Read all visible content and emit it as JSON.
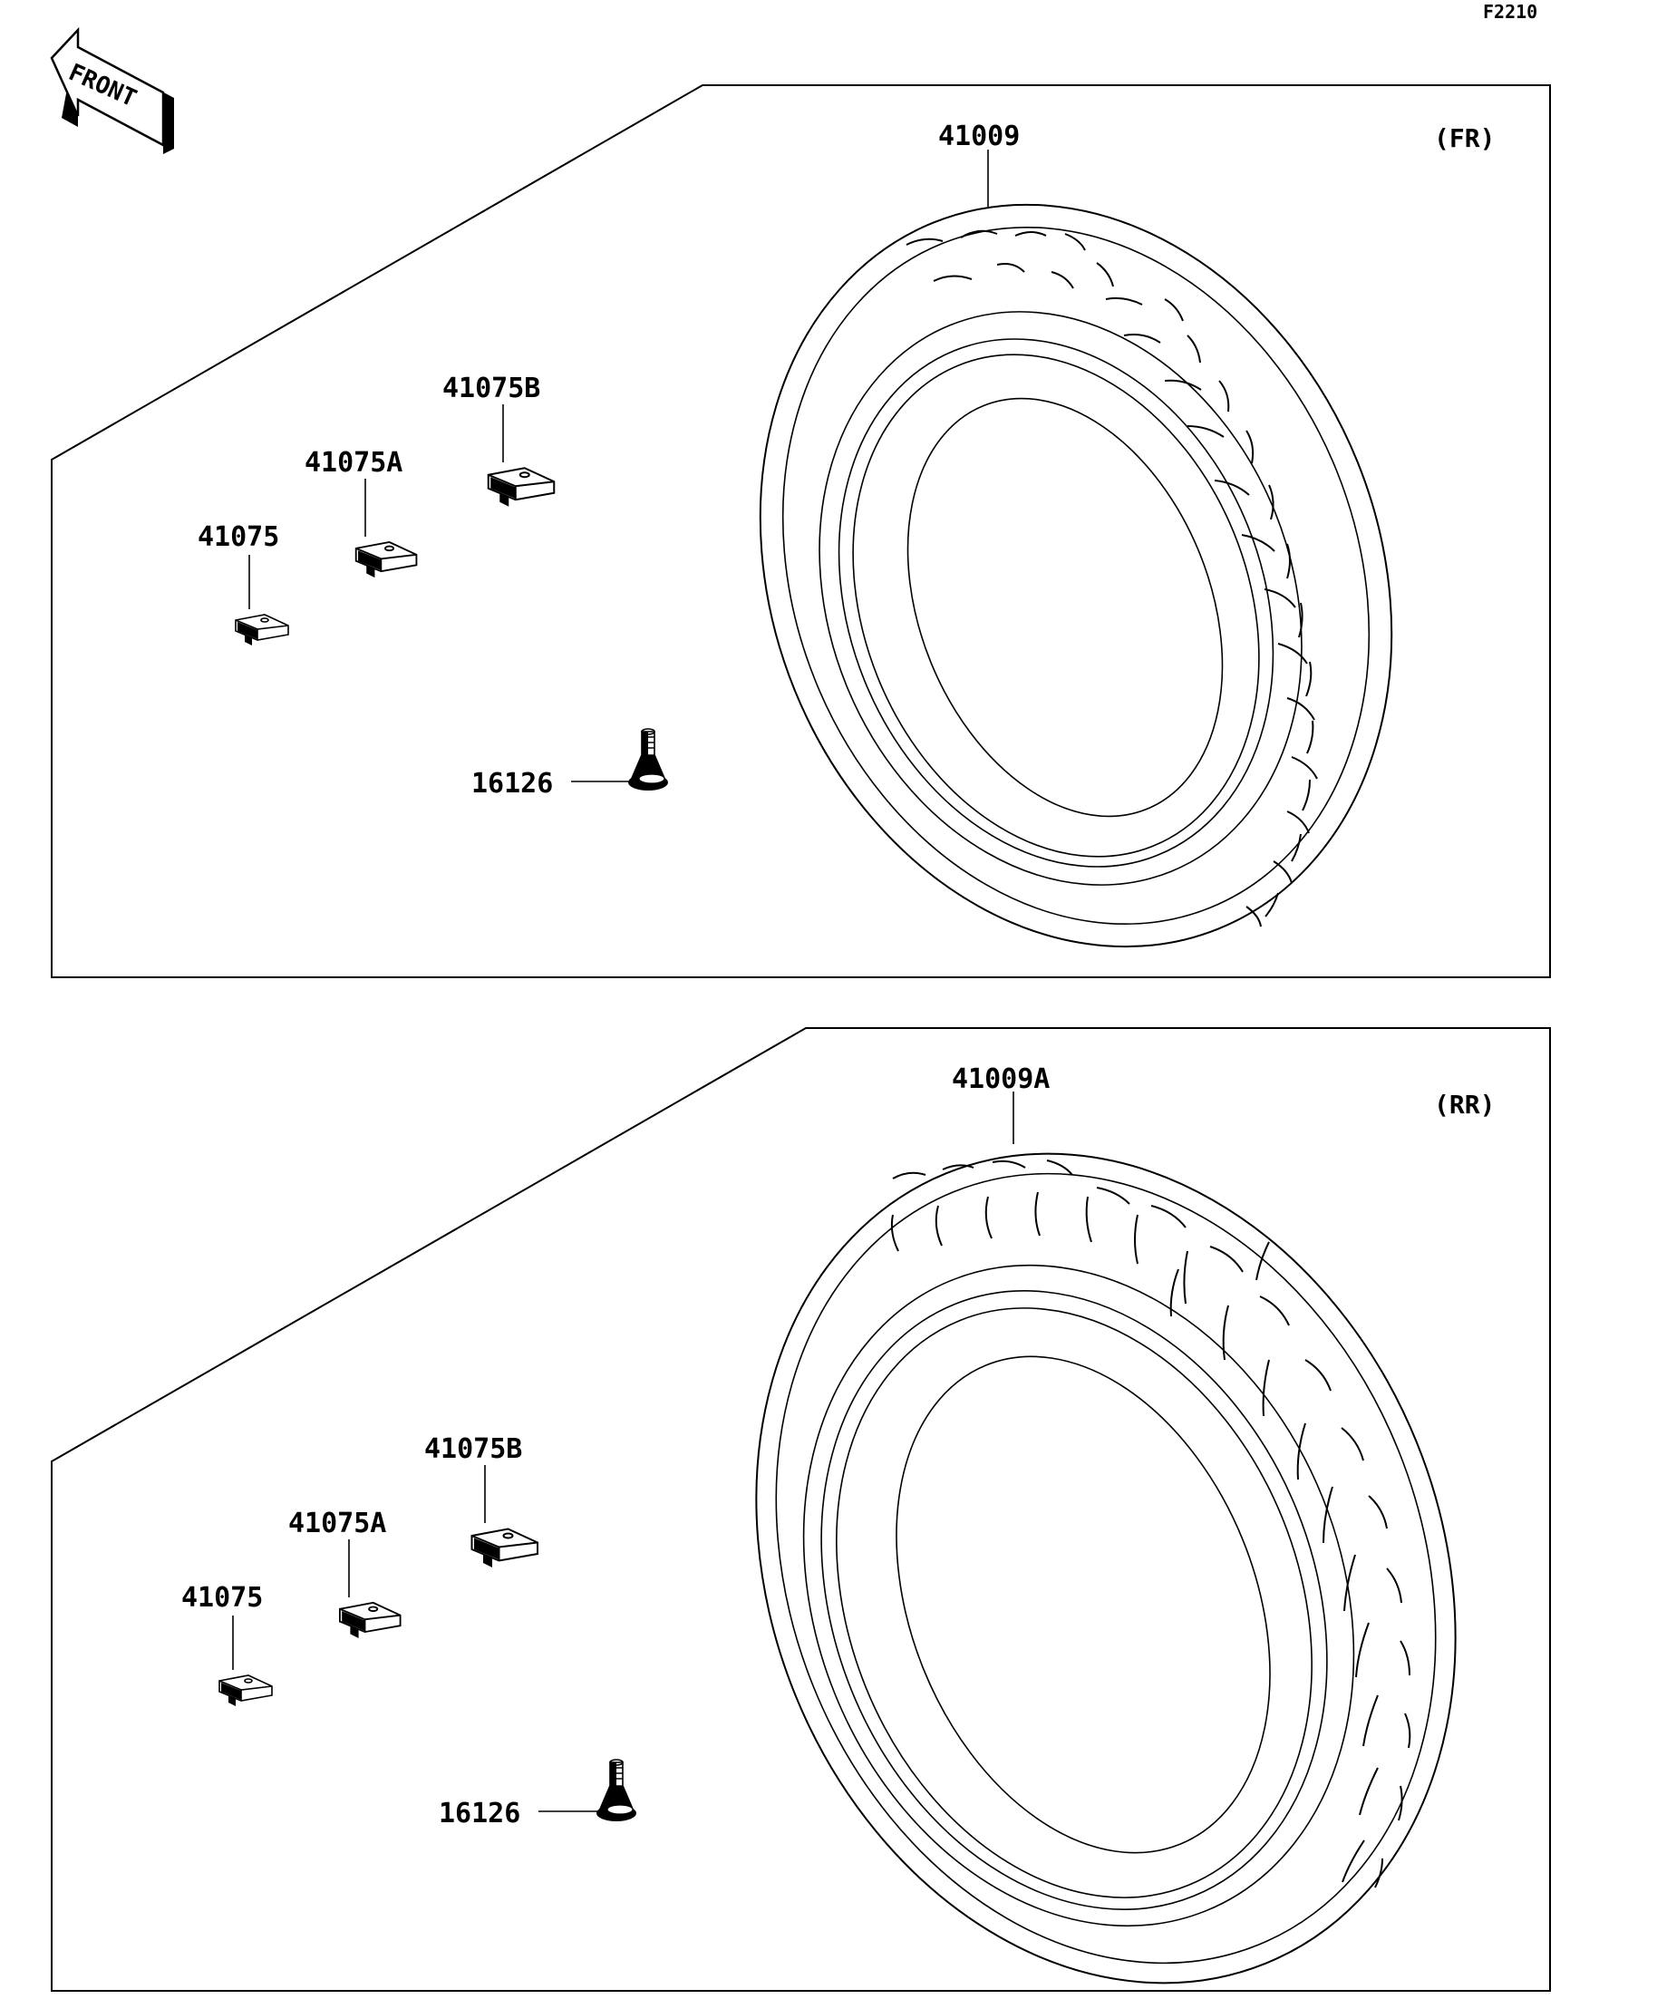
{
  "figure_code": "F2210",
  "front_arrow_text": "FRONT",
  "panels": [
    {
      "position": "(FR)",
      "tire_part": "41009",
      "valve_part": "16126",
      "weights": [
        "41075",
        "41075A",
        "41075B"
      ]
    },
    {
      "position": "(RR)",
      "tire_part": "41009A",
      "valve_part": "16126",
      "weights": [
        "41075",
        "41075A",
        "41075B"
      ]
    }
  ],
  "colors": {
    "ink": "#000000",
    "background": "#ffffff"
  }
}
